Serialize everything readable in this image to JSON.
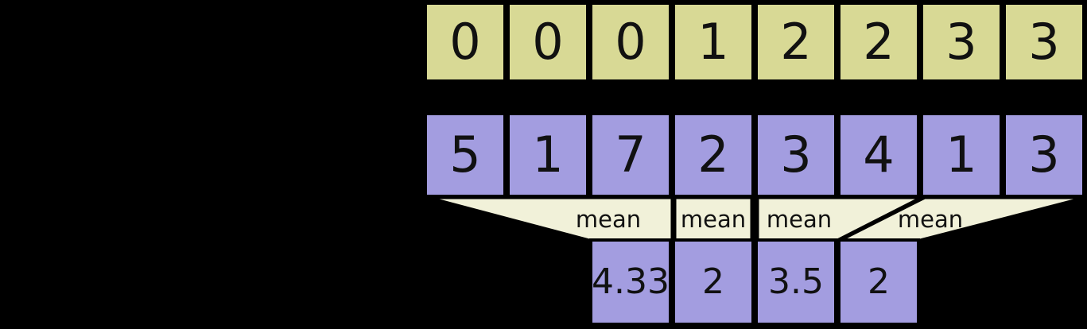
{
  "colors": {
    "background": "#000000",
    "segment_cell": "#d8d995",
    "data_cell": "#a39de0",
    "funnel": "#f1f1d9",
    "border": "#000000",
    "text": "#111111"
  },
  "segment_row": {
    "values": [
      "0",
      "0",
      "0",
      "1",
      "2",
      "2",
      "3",
      "3"
    ]
  },
  "data_row": {
    "values": [
      "5",
      "1",
      "7",
      "2",
      "3",
      "4",
      "1",
      "3"
    ]
  },
  "operations": {
    "labels": [
      "mean",
      "mean",
      "mean",
      "mean"
    ]
  },
  "result_row": {
    "values": [
      "4.33",
      "2",
      "3.5",
      "2"
    ]
  }
}
